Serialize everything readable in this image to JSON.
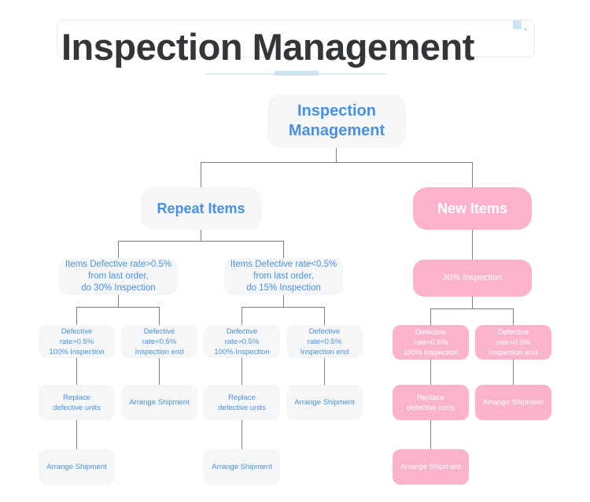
{
  "header": {
    "title": "Inspection Management",
    "accent_color": "#cfe4f2",
    "title_color": "#333638"
  },
  "theme": {
    "blue_node_bg": "#f5f6f7",
    "blue_node_text": "#4a90e2",
    "pink_node_bg": "#fbb3cc",
    "pink_node_text": "#ffffff",
    "connector_color": "#7b7f83",
    "page_bg": "#ffffff"
  },
  "chart_data": {
    "type": "diagram",
    "title": "Inspection Management",
    "layout": "top-down tree",
    "nodes": [
      {
        "id": "root",
        "label": "Inspection\nManagement",
        "level": 0,
        "style": "blue"
      },
      {
        "id": "repeat",
        "label": "Repeat Items",
        "level": 1,
        "style": "blue"
      },
      {
        "id": "new",
        "label": "New Items",
        "level": 1,
        "style": "pink"
      },
      {
        "id": "r-gt",
        "label": "Items Defective rate>0.5%\nfrom last order,\ndo 30% Inspection",
        "level": 2,
        "style": "blue"
      },
      {
        "id": "r-lt",
        "label": "Items Defective rate<0.5%\nfrom last order,\ndo 15% Inspection",
        "level": 2,
        "style": "blue"
      },
      {
        "id": "n-30",
        "label": "30% Inspection",
        "level": 2,
        "style": "pink"
      },
      {
        "id": "r-gt-gt",
        "label": "Defective rate>0.5%\n100% Inspection",
        "level": 3,
        "style": "blue"
      },
      {
        "id": "r-gt-lt",
        "label": "Defective rate<0.5%\nInspection end",
        "level": 3,
        "style": "blue"
      },
      {
        "id": "r-lt-gt",
        "label": "Defective rate>0.5%\n100% Inspection",
        "level": 3,
        "style": "blue"
      },
      {
        "id": "r-lt-lt",
        "label": "Defective rate<0.5%\nInspection end",
        "level": 3,
        "style": "blue"
      },
      {
        "id": "n-gt",
        "label": "Defective rate>0.5%\n100% Inspection",
        "level": 3,
        "style": "pink"
      },
      {
        "id": "n-lt",
        "label": "Defective rate<0.5%\nInspection end",
        "level": 3,
        "style": "pink"
      },
      {
        "id": "r-gt-gt-rep",
        "label": "Replace\ndefective units",
        "level": 4,
        "style": "blue"
      },
      {
        "id": "r-gt-lt-shp",
        "label": "Arrange Shipment",
        "level": 4,
        "style": "blue"
      },
      {
        "id": "r-lt-gt-rep",
        "label": "Replace\ndefective units",
        "level": 4,
        "style": "blue"
      },
      {
        "id": "r-lt-lt-shp",
        "label": "Arrange Shipment",
        "level": 4,
        "style": "blue"
      },
      {
        "id": "n-gt-rep",
        "label": "Replace\ndefective units",
        "level": 4,
        "style": "pink"
      },
      {
        "id": "n-lt-shp",
        "label": "Arrange Shipment",
        "level": 4,
        "style": "pink"
      },
      {
        "id": "r-gt-gt-shp",
        "label": "Arrange Shipment",
        "level": 5,
        "style": "blue"
      },
      {
        "id": "r-lt-gt-shp",
        "label": "Arrange Shipment",
        "level": 5,
        "style": "blue"
      },
      {
        "id": "n-gt-shp",
        "label": "Arrange Shipment",
        "level": 5,
        "style": "pink"
      }
    ],
    "edges": [
      [
        "root",
        "repeat"
      ],
      [
        "root",
        "new"
      ],
      [
        "repeat",
        "r-gt"
      ],
      [
        "repeat",
        "r-lt"
      ],
      [
        "new",
        "n-30"
      ],
      [
        "r-gt",
        "r-gt-gt"
      ],
      [
        "r-gt",
        "r-gt-lt"
      ],
      [
        "r-lt",
        "r-lt-gt"
      ],
      [
        "r-lt",
        "r-lt-lt"
      ],
      [
        "n-30",
        "n-gt"
      ],
      [
        "n-30",
        "n-lt"
      ],
      [
        "r-gt-gt",
        "r-gt-gt-rep"
      ],
      [
        "r-gt-lt",
        "r-gt-lt-shp"
      ],
      [
        "r-lt-gt",
        "r-lt-gt-rep"
      ],
      [
        "r-lt-lt",
        "r-lt-lt-shp"
      ],
      [
        "n-gt",
        "n-gt-rep"
      ],
      [
        "n-lt",
        "n-lt-shp"
      ],
      [
        "r-gt-gt-rep",
        "r-gt-gt-shp"
      ],
      [
        "r-lt-gt-rep",
        "r-lt-gt-shp"
      ],
      [
        "n-gt-rep",
        "n-gt-shp"
      ]
    ]
  },
  "labels": {
    "root_line1": "Inspection",
    "root_line2": "Management",
    "repeat_items": "Repeat Items",
    "new_items": "New Items",
    "r_gt_l1": "Items Defective rate>0.5%",
    "r_gt_l2": "from last order,",
    "r_gt_l3": "do 30% Inspection",
    "r_lt_l1": "Items Defective rate<0.5%",
    "r_lt_l2": "from last order,",
    "r_lt_l3": "do 15% Inspection",
    "n_30": "30% Inspection",
    "def_gt_l1": "Defective rate>0.5%",
    "def_gt_l2": "100% Inspection",
    "def_lt_l1": "Defective rate<0.5%",
    "def_lt_l2": "Inspection end",
    "replace_l1": "Replace",
    "replace_l2": "defective units",
    "arrange_shipment": "Arrange Shipment"
  }
}
